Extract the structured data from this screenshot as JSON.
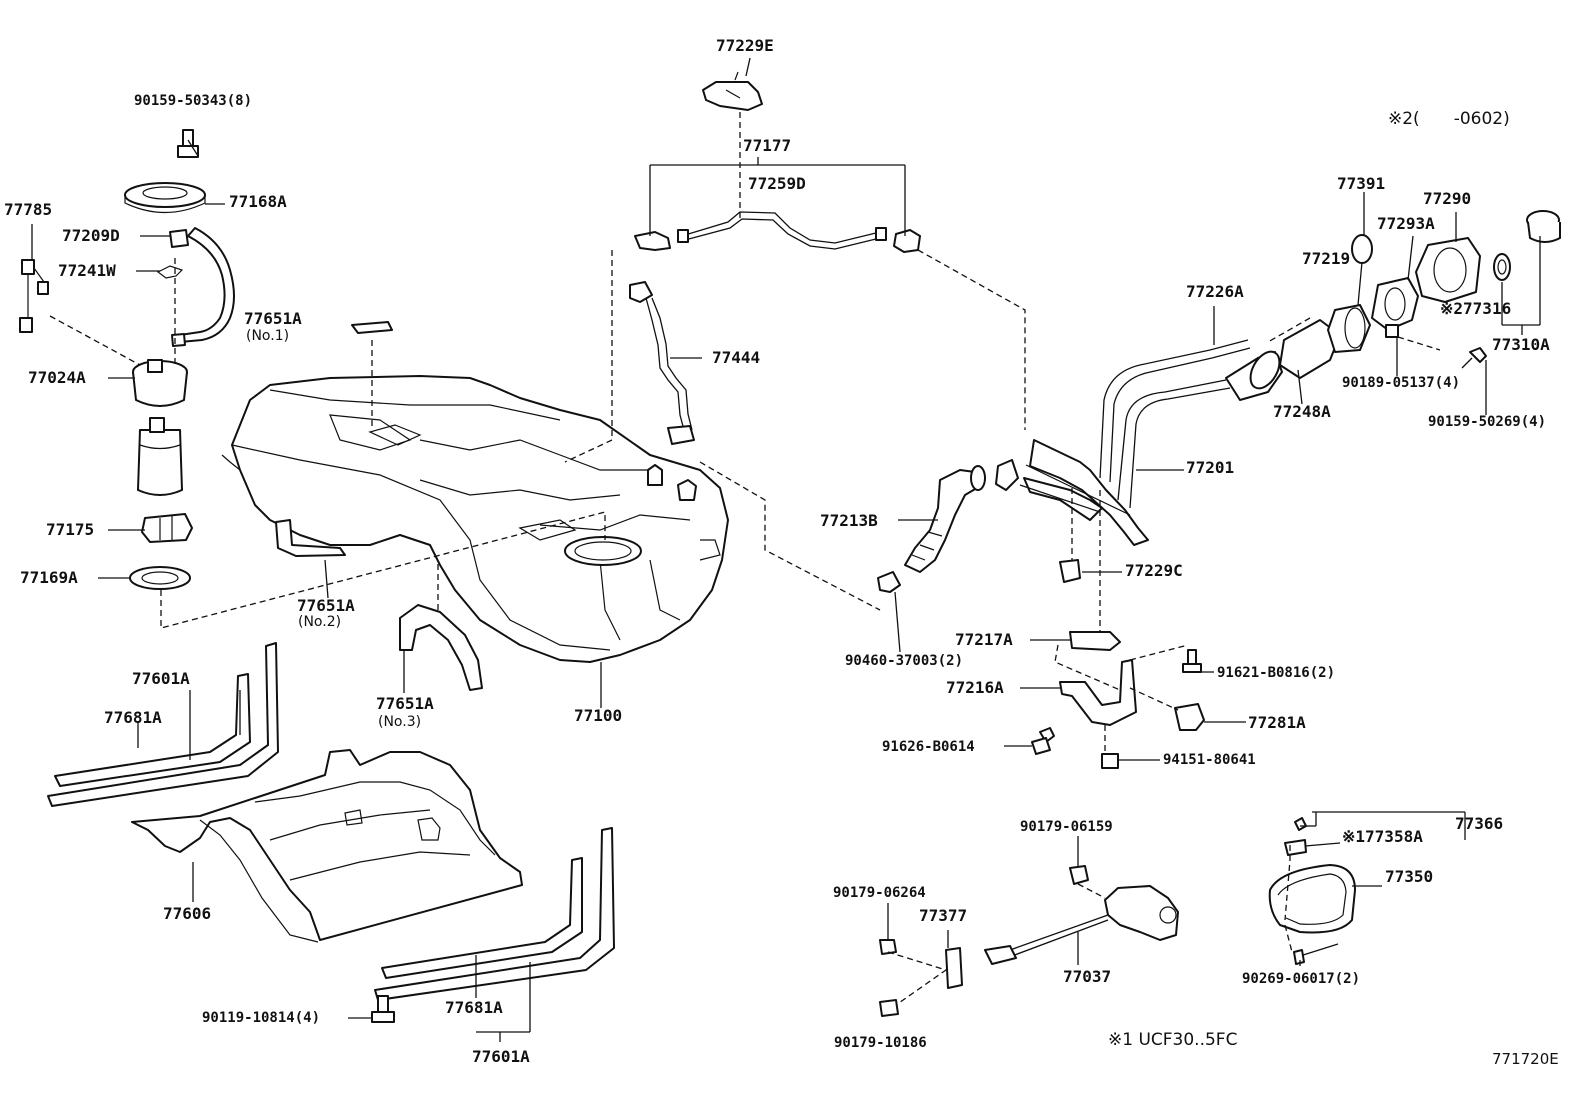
{
  "diagram_id": "771720E",
  "notes": {
    "note1": "※1 UCF30..5FC",
    "note2": "※2(　　-0602)"
  },
  "labels": {
    "l77229E": "77229E",
    "l90159_50343": "90159-50343(8)",
    "l77168A": "77168A",
    "l77785": "77785",
    "l77209D": "77209D",
    "l77241W": "77241W",
    "l77024A": "77024A",
    "l77651A_1": "77651A",
    "l77651A_1_sub": "(No.1)",
    "l77177": "77177",
    "l77259D": "77259D",
    "l77444": "77444",
    "l77175": "77175",
    "l77169A": "77169A",
    "l77651A_2": "77651A",
    "l77651A_2_sub": "(No.2)",
    "l77651A_3": "77651A",
    "l77651A_3_sub": "(No.3)",
    "l77100": "77100",
    "l77601A_top": "77601A",
    "l77681A_top": "77681A",
    "l77606": "77606",
    "l90119_10814": "90119-10814(4)",
    "l77681A_bot": "77681A",
    "l77601A_bot": "77601A",
    "l77391": "77391",
    "l77290": "77290",
    "l77293A": "77293A",
    "l77219": "77219",
    "l77226A": "77226A",
    "l77316": "※277316",
    "l77310A": "77310A",
    "l90189_05137": "90189-05137(4)",
    "l90159_50269": "90159-50269(4)",
    "l77248A": "77248A",
    "l77201": "77201",
    "l77213B": "77213B",
    "l77229C": "77229C",
    "l90460_37003": "90460-37003(2)",
    "l77217A": "77217A",
    "l91621_B0816": "91621-B0816(2)",
    "l77216A": "77216A",
    "l77281A": "77281A",
    "l91626_B0614": "91626-B0614",
    "l94151_80641": "94151-80641",
    "l90179_06159": "90179-06159",
    "l90179_06264": "90179-06264",
    "l77377": "77377",
    "l77037": "77037",
    "l90179_10186": "90179-10186",
    "l77366": "77366",
    "l77358A": "※177358A",
    "l77350": "77350",
    "l90269_06017": "90269-06017(2)"
  }
}
